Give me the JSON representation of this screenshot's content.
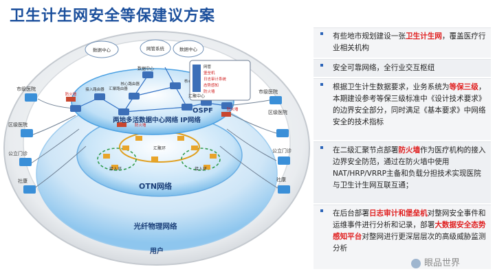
{
  "title": "卫生计生网安全等保建议方案",
  "diagram": {
    "labels": {
      "datacenter1": "数据中心",
      "datacenter2": "数据中心",
      "network_system": "网管系统",
      "datacenter3": "数据中心",
      "core_router_a": "核心路由器",
      "core_router_b": "核心路由器",
      "aggregation_router": "汇聚路由器",
      "access_router": "接入路由器",
      "firewall": "防火墙",
      "firewall_b": "防火墙",
      "firewall_c": "防火墙",
      "ospf": "OSPF",
      "ip_network": "两地多活数据中心网络 IP网络",
      "aggregation_ring": "汇聚环",
      "access_ring_left": "接入环",
      "access_ring_right": "接入环",
      "otn_network": "OTN网络",
      "fiber_network": "光纤物理网络",
      "users": "用户"
    },
    "sites_left": [
      "市级医院",
      "区级医院",
      "公立门诊",
      "社康"
    ],
    "sites_right": [
      "市级医院",
      "区级医院",
      "公立门诊",
      "社康"
    ],
    "legend": {
      "title": "汇聚中心",
      "items": [
        "网管",
        "堡垒机",
        "日志审计系统",
        "态势感知",
        "防火墙"
      ]
    }
  },
  "panel": {
    "items": [
      {
        "segments": [
          {
            "text": "有些地市规划建设一张"
          },
          {
            "text": "卫生计生网",
            "red": true
          },
          {
            "text": "，覆盖医疗行业相关机构"
          }
        ]
      },
      {
        "segments": [
          {
            "text": "安全可靠网络，全行业交互枢纽"
          }
        ]
      },
      {
        "segments": [
          {
            "text": "根据卫生计生数据要求，业务系统为"
          },
          {
            "text": "等保三级",
            "red": true
          },
          {
            "text": "，本期建设参考等保三级标准中《设计技术要求》的边界安全部分，同时满足《基本要求》中网络安全的技术指标"
          }
        ]
      },
      {
        "segments": [
          {
            "text": "在二级汇聚节点部署"
          },
          {
            "text": "防火墙",
            "red": true
          },
          {
            "text": "作为医疗机构的接入边界安全防范，通过在防火墙中使用NAT/HRP/VRRP主备和负载分担技术实现医院与卫生计生网互联互通；"
          }
        ]
      },
      {
        "segments": [
          {
            "text": "在后台部署"
          },
          {
            "text": "日志审计和堡垒机",
            "red": true
          },
          {
            "text": "对整网安全事件和运维事件进行分析和记录，部署"
          },
          {
            "text": "大数据安全态势感知平台",
            "red": true
          },
          {
            "text": "对整网进行更深层层次的高级威胁监测分析"
          }
        ]
      }
    ]
  },
  "watermark": "眼品世界",
  "colors": {
    "title": "#1b4f9c",
    "accent_red": "#e02020",
    "ring_blue": "#2d86d6"
  }
}
